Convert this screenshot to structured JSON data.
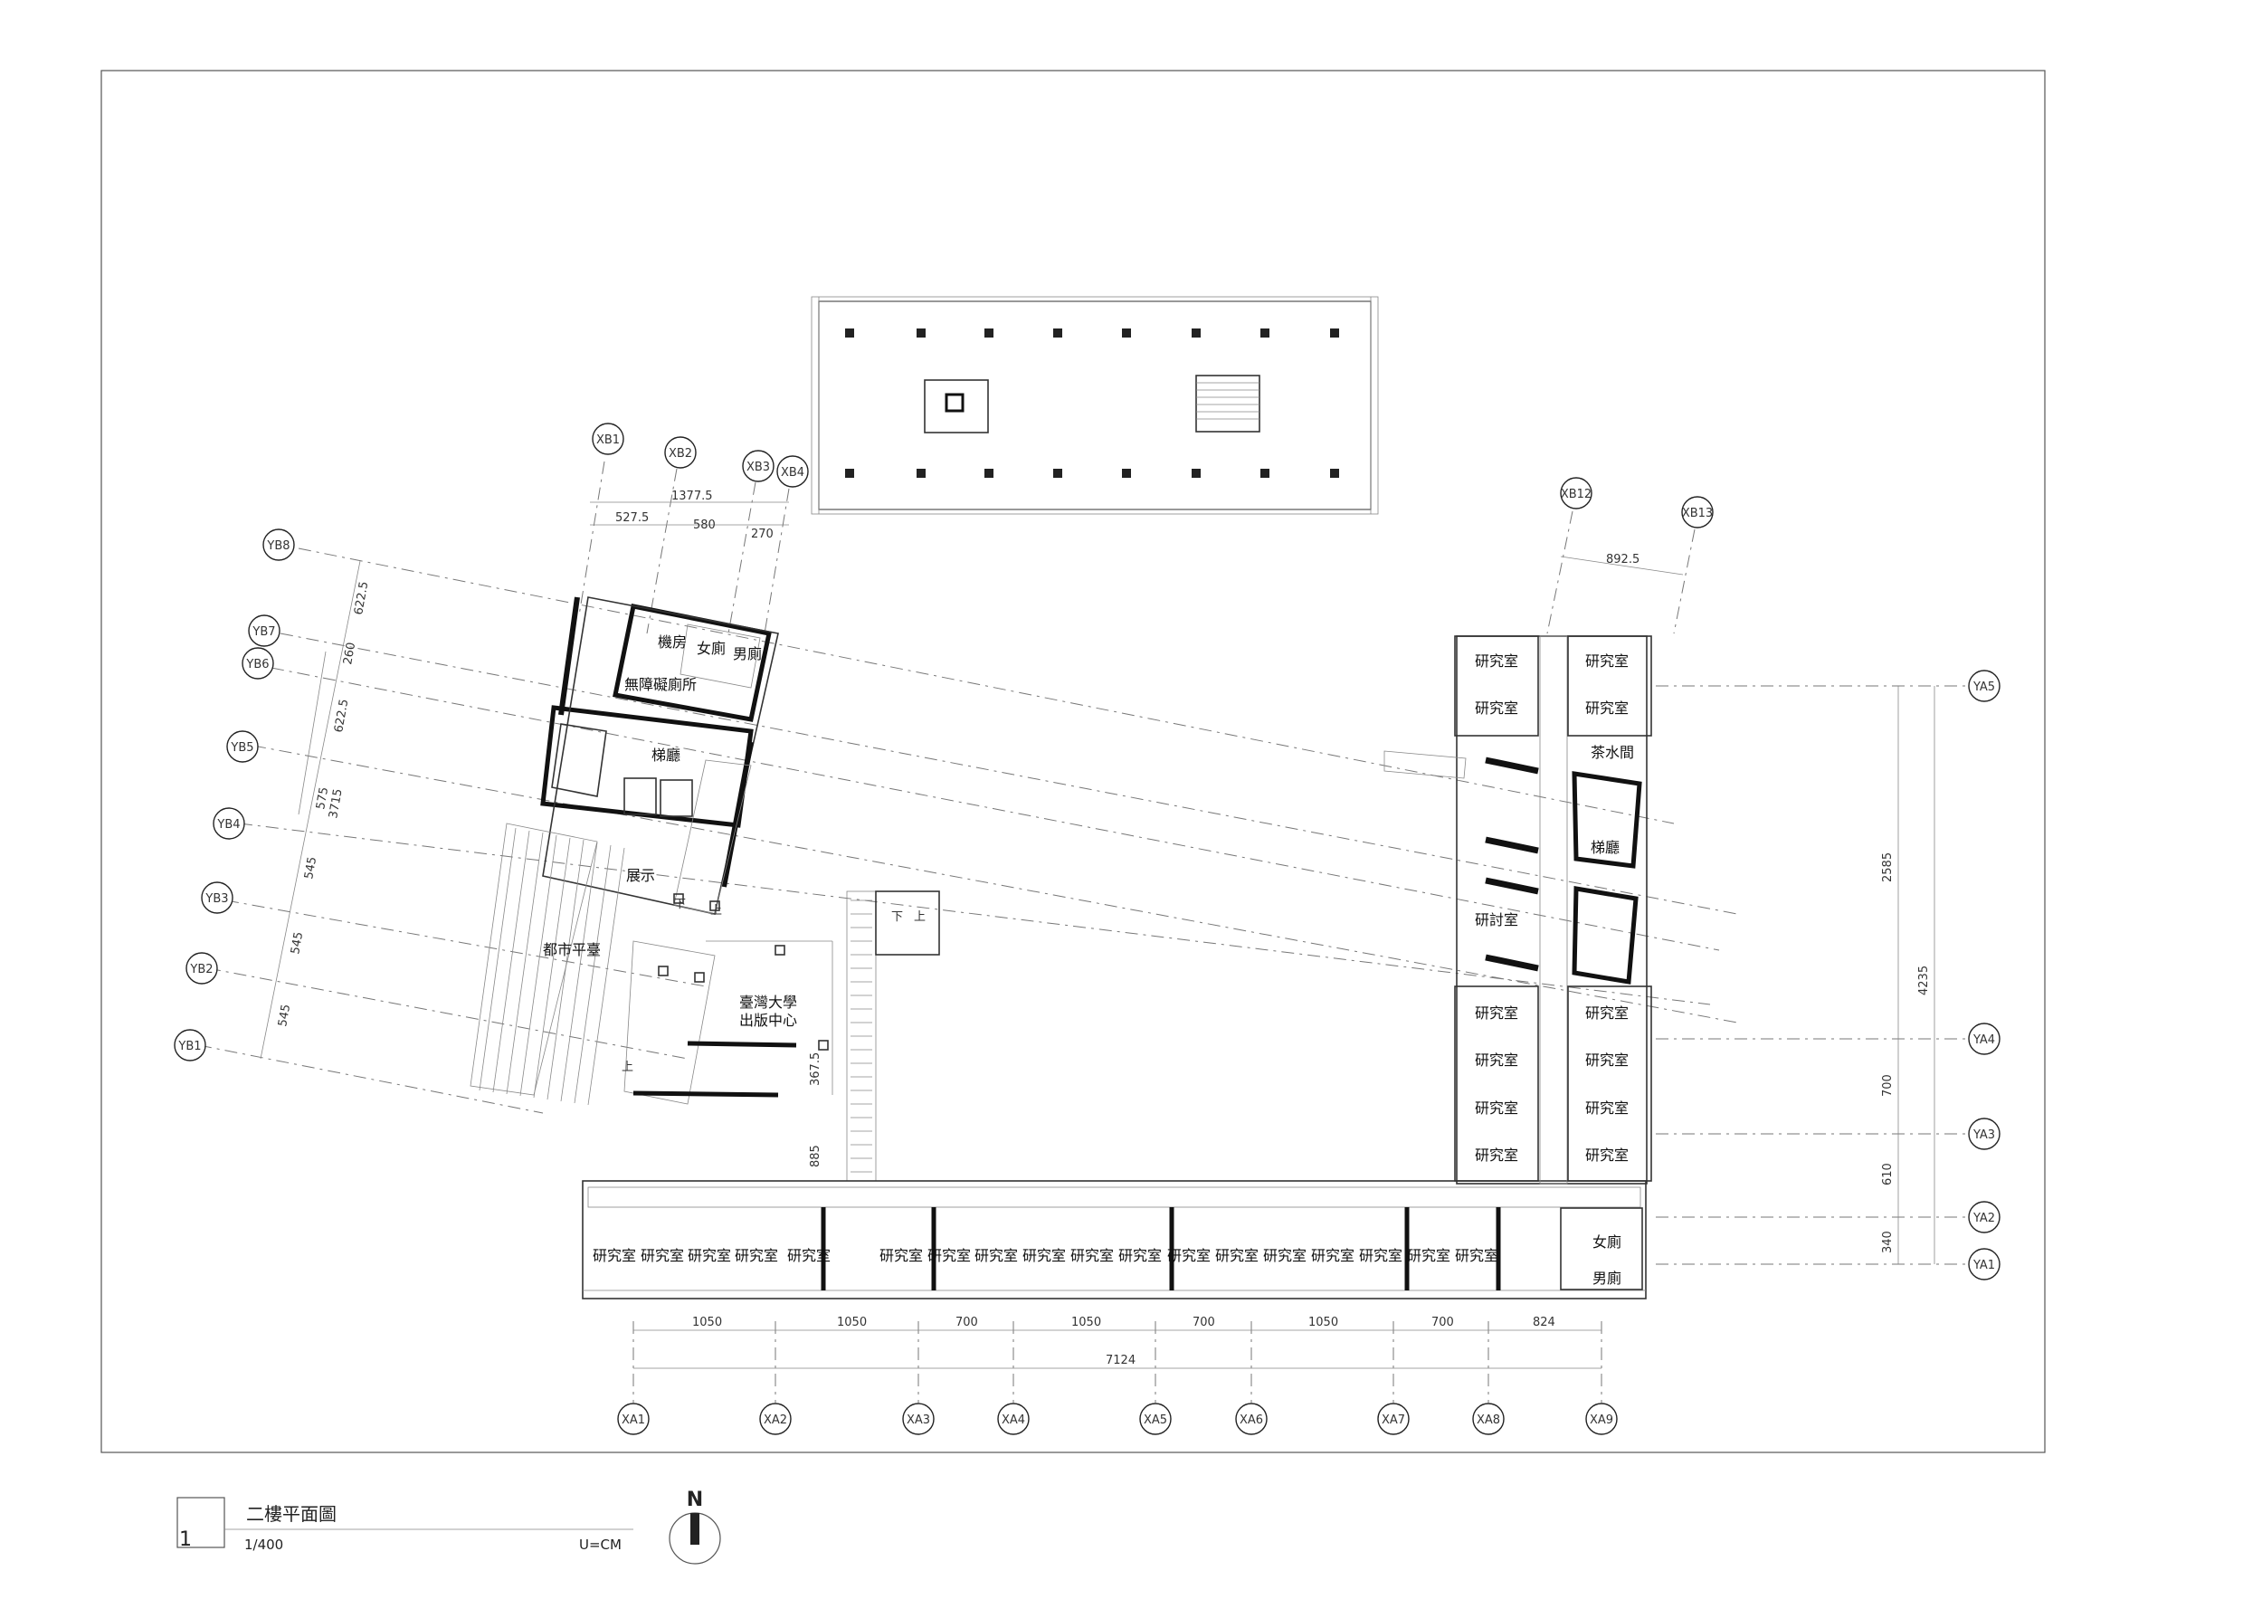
{
  "title_block": {
    "number": "1",
    "title": "二樓平面圖",
    "scale": "1/400",
    "unit": "U=CM",
    "north": "N"
  },
  "grid_labels": {
    "xa": [
      "XA1",
      "XA2",
      "XA3",
      "XA4",
      "XA5",
      "XA6",
      "XA7",
      "XA8",
      "XA9"
    ],
    "ya": [
      "YA1",
      "YA2",
      "YA3",
      "YA4",
      "YA5"
    ],
    "xb": [
      "XB1",
      "XB2",
      "XB3",
      "XB4",
      "XB12",
      "XB13"
    ],
    "yb": [
      "YB1",
      "YB2",
      "YB3",
      "YB4",
      "YB5",
      "YB6",
      "YB7",
      "YB8"
    ]
  },
  "dimensions": {
    "xa_segments": [
      "1050",
      "1050",
      "700",
      "1050",
      "700",
      "1050",
      "700",
      "824"
    ],
    "xa_total": "7124",
    "ya_segments": [
      "340",
      "610",
      "700",
      "2585"
    ],
    "ya_total": "4235",
    "xb_total": "1377.5",
    "xb_segments": [
      "527.5",
      "580",
      "270"
    ],
    "xb_right": "892.5",
    "yb_segments": [
      "622.5",
      "260",
      "622.5",
      "575",
      "545",
      "545",
      "545"
    ],
    "yb_total": "3715",
    "misc_a": "367.5",
    "misc_b": "885"
  },
  "rooms": {
    "research": "研究室",
    "machine": "機房",
    "women": "女廁",
    "men": "男廁",
    "accessible": "無障礙廁所",
    "lobby": "梯廳",
    "exhibit": "展示",
    "terrace": "都市平臺",
    "press_line1": "臺灣大學",
    "press_line2": "出版中心",
    "tea": "茶水間",
    "seminar": "研討室"
  },
  "stair_marks": {
    "down": "下",
    "up": "上"
  }
}
